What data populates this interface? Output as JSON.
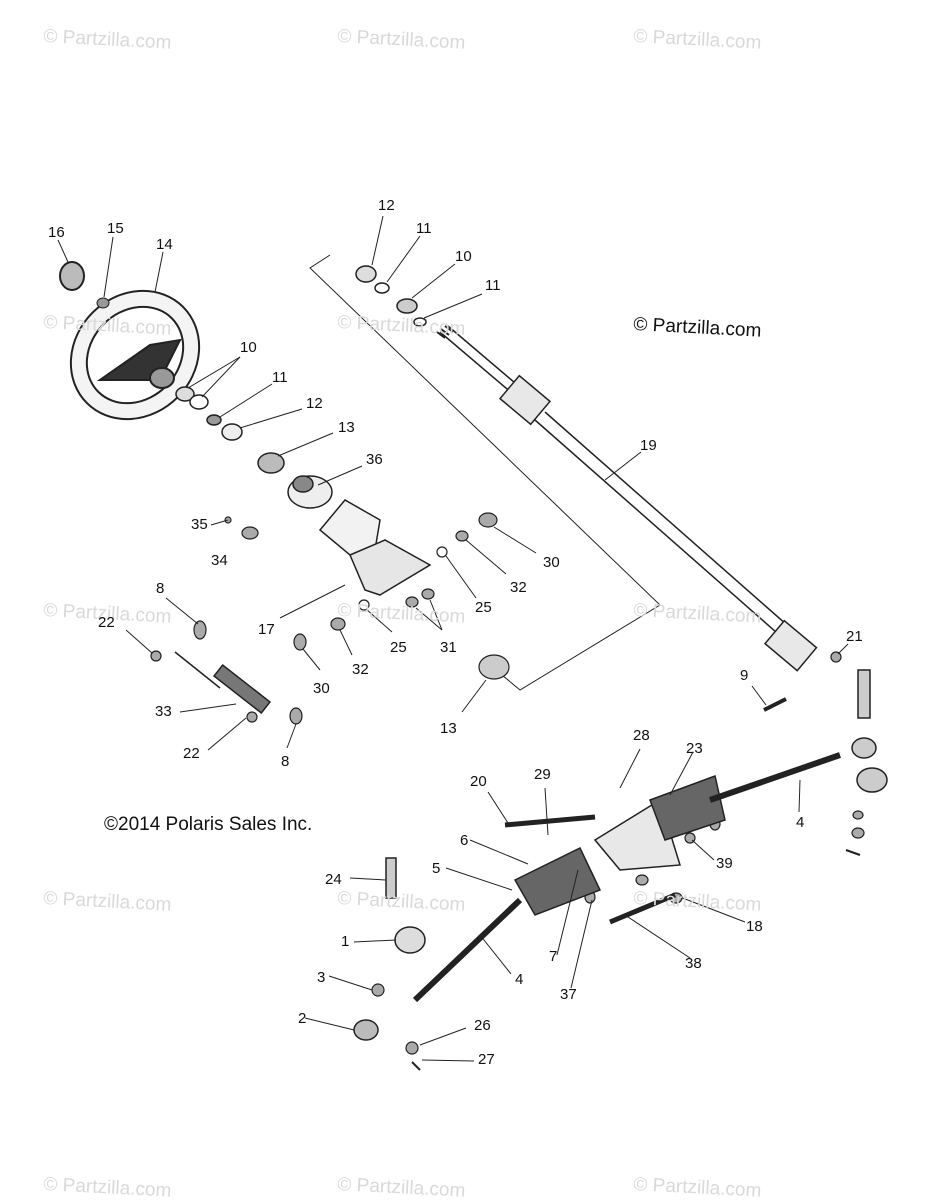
{
  "watermark": "© Partzilla.com",
  "logo_text": "© Partzilla.com",
  "copyright": "©2014 Polaris Sales Inc.",
  "callouts": {
    "c16": "16",
    "c15": "15",
    "c14": "14",
    "c10a": "10",
    "c11a": "11",
    "c12a": "12",
    "c13a": "13",
    "c36": "36",
    "c12b": "12",
    "c11b": "11",
    "c10b": "10",
    "c11c": "11",
    "c19": "19",
    "c35": "35",
    "c34": "34",
    "c30a": "30",
    "c32a": "32",
    "c25a": "25",
    "c8a": "8",
    "c22a": "22",
    "c17": "17",
    "c25b": "25",
    "c31": "31",
    "c32b": "32",
    "c30b": "30",
    "c13b": "13",
    "c33": "33",
    "c22b": "22",
    "c8b": "8",
    "c21": "21",
    "c9": "9",
    "c28": "28",
    "c23": "23",
    "c20": "20",
    "c29": "29",
    "c4a": "4",
    "c6": "6",
    "c5": "5",
    "c39": "39",
    "c24": "24",
    "c18": "18",
    "c1": "1",
    "c7": "7",
    "c38": "38",
    "c3": "3",
    "c4b": "4",
    "c37": "37",
    "c2": "2",
    "c26": "26",
    "c27": "27"
  }
}
